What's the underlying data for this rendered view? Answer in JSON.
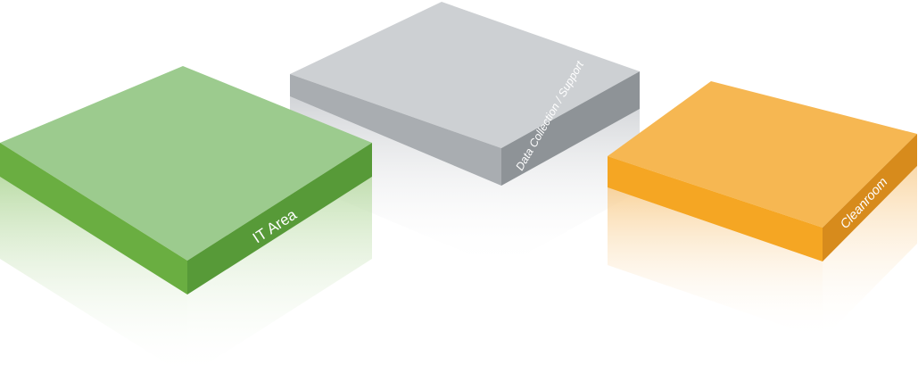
{
  "diagram": {
    "blocks": [
      {
        "id": "it-area",
        "label": "IT Area",
        "colors": {
          "top": "#9ccb8e",
          "front": "#6aae41",
          "side": "#579a38",
          "reflection": "#b5d99f"
        }
      },
      {
        "id": "data-collection",
        "label": "Data Collection / Support",
        "colors": {
          "top": "#cdd0d3",
          "front": "#a9adb1",
          "side": "#8e9397",
          "reflection": "#c9ccd0"
        }
      },
      {
        "id": "cleanroom",
        "label": "Cleanroom",
        "colors": {
          "top": "#f6b752",
          "front": "#f5a623",
          "side": "#d78b1c",
          "reflection": "#f8cc8c"
        }
      }
    ]
  }
}
